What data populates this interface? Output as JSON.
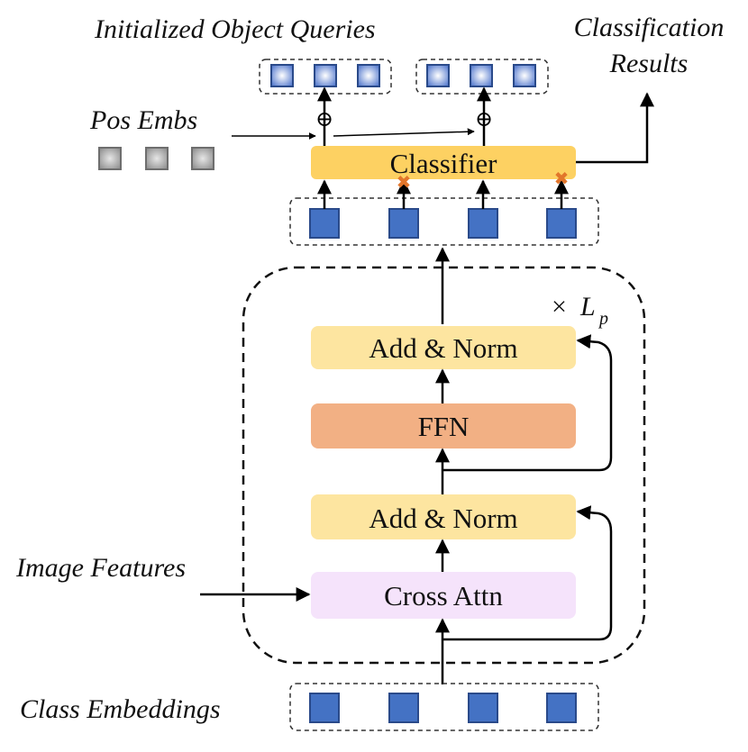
{
  "labels": {
    "initialized_object_queries": "Initialized Object Queries",
    "classification_results_line1": "Classification",
    "classification_results_line2": "Results",
    "pos_embs": "Pos Embs",
    "image_features": "Image Features",
    "class_embeddings": "Class Embeddings",
    "repeat_times": "×",
    "repeat_symbol": "L",
    "repeat_subscript": "p"
  },
  "blocks": {
    "classifier": "Classifier",
    "add_norm_top": "Add & Norm",
    "ffn": "FFN",
    "add_norm_bottom": "Add & Norm",
    "cross_attn": "Cross Attn"
  },
  "symbols": {
    "plus": "⊕",
    "mask": "✖"
  },
  "colors": {
    "classifier": "#fdd162",
    "add_norm": "#fde5a0",
    "ffn": "#f2b084",
    "cross_attn": "#f5e3fb",
    "token_blue": "#4472c4",
    "token_blue_border": "#2a4a8a",
    "token_gray": "#a6a6a6",
    "mask_orange": "#e2762b"
  }
}
